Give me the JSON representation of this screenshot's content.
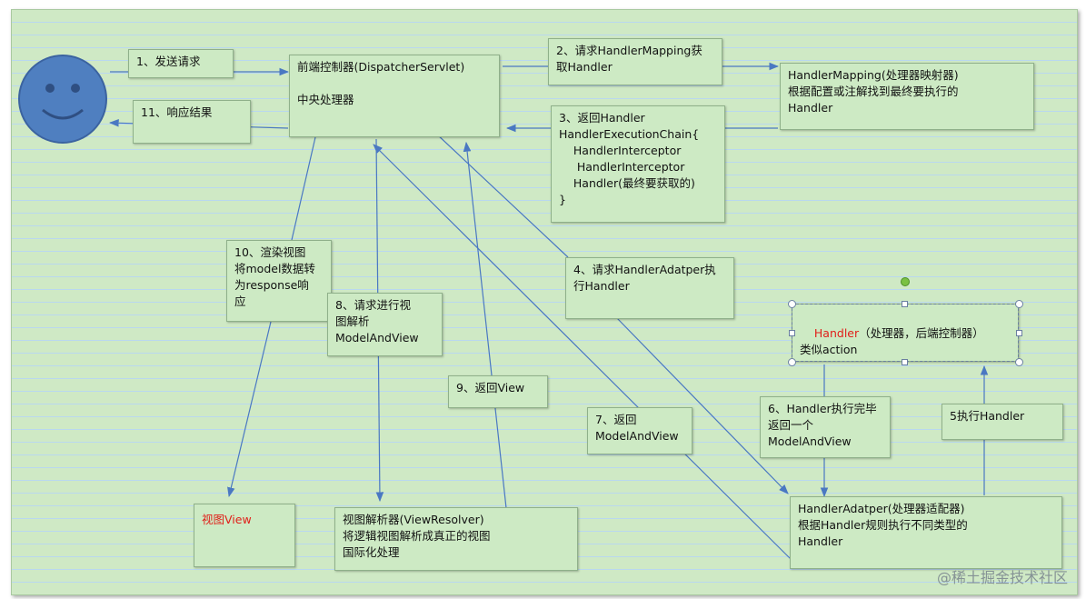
{
  "nodes": {
    "send_request": "1、发送请求",
    "response_result": "11、响应结果",
    "dispatcher": "前端控制器(DispatcherServlet)\n\n中央处理器",
    "request_mapping": "2、请求HandlerMapping获\n取Handler",
    "handler_mapping": "HandlerMapping(处理器映射器)\n根据配置或注解找到最终要执行的\nHandler",
    "return_chain": "3、返回Handler\nHandlerExecutionChain{\n    HandlerInterceptor\n     HandlerInterceptor\n    Handler(最终要获取的)\n}",
    "render_view": "10、渲染视图\n将model数据转\n为response响\n应",
    "resolve_view": "8、请求进行视\n图解析\nModelAndView",
    "request_adapter": "4、请求HandlerAdatper执\n行Handler",
    "handler_title": "Handler",
    "handler_rest": "（处理器，后端控制器）",
    "handler_line2": "类似action",
    "return_view": "9、返回View",
    "return_mav": "7、返回\nModelAndView",
    "handler_done": "6、Handler执行完毕\n返回一个\nModelAndView",
    "exec_handler": "5执行Handler",
    "view": "视图View",
    "view_resolver": "视图解析器(ViewResolver)\n将逻辑视图解析成真正的视图\n国际化处理",
    "handler_adapter": "HandlerAdatper(处理器适配器)\n根据Handler规则执行不同类型的\nHandler"
  },
  "watermark": "@稀土掘金技术社区",
  "colors": {
    "box_fill": "#cdeac4",
    "arrow": "#4a78c2",
    "face": "#4f7fc0",
    "highlight_text": "#e0201a"
  },
  "icons": {
    "user": "smiley-face-icon"
  }
}
